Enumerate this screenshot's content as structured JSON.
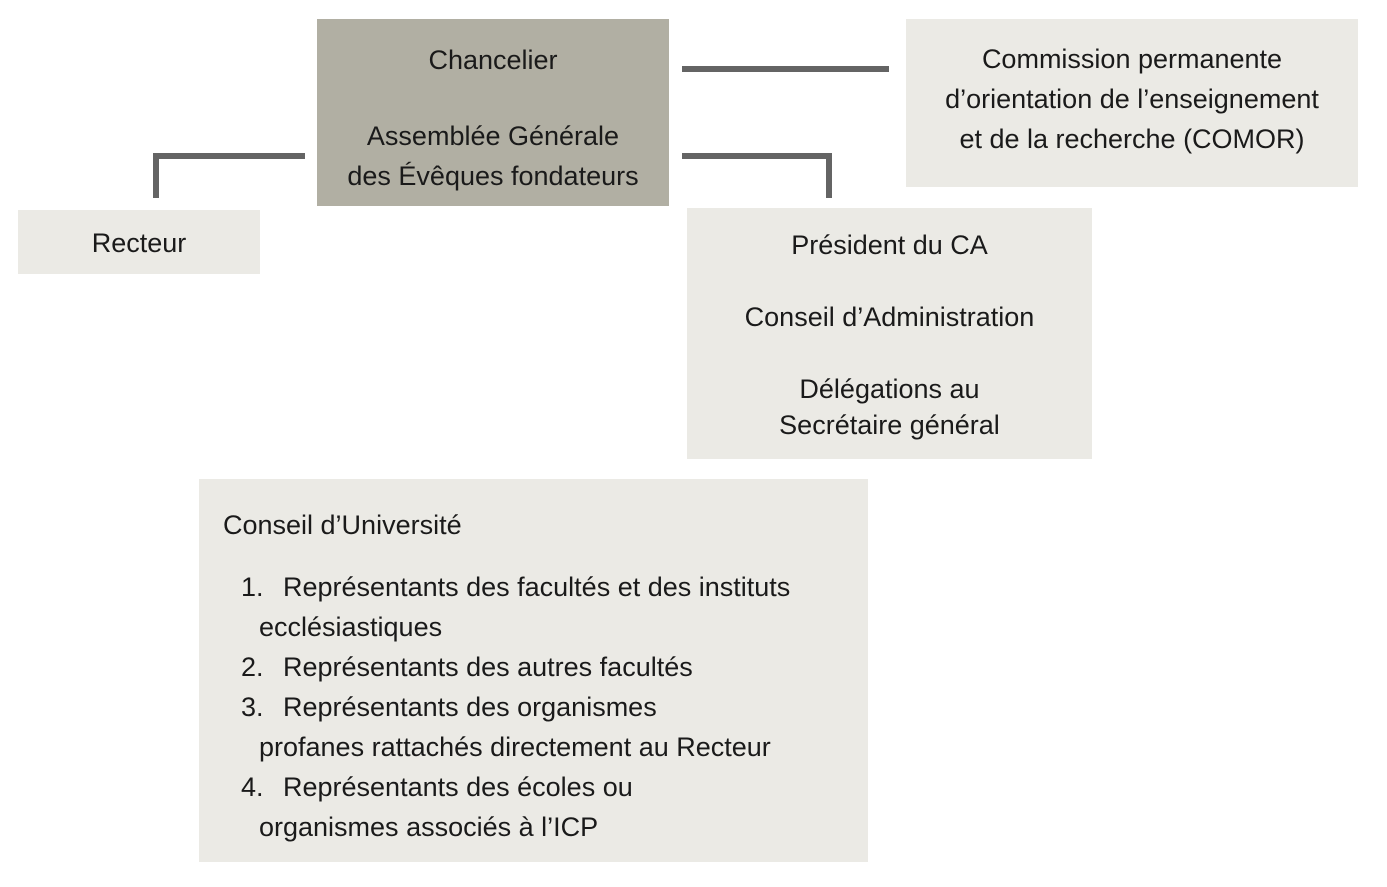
{
  "chancelier": {
    "title": "Chancelier",
    "assembly_line1": "Assemblée Générale",
    "assembly_line2": "des Évêques fondateurs"
  },
  "comor": {
    "line1": "Commission permanente",
    "line2": "d’orientation de l’enseignement",
    "line3": "et de la recherche (COMOR)"
  },
  "recteur": {
    "label": "Recteur"
  },
  "president": {
    "title": "Président du CA",
    "council": "Conseil d’Administration",
    "delegation_line1": "Délégations au",
    "delegation_line2": "Secrétaire général"
  },
  "conseil_universite": {
    "title": "Conseil d’Université",
    "items": [
      {
        "number": "1.",
        "line1": "Représentants des facultés et des instituts",
        "line2": "ecclésiastiques"
      },
      {
        "number": "2.",
        "line1": "Représentants des autres facultés",
        "line2": ""
      },
      {
        "number": "3.",
        "line1": "Représentants des organismes",
        "line2": "profanes rattachés directement au Recteur"
      },
      {
        "number": "4.",
        "line1": "Représentants des écoles ou",
        "line2": "organismes associés à l’ICP"
      }
    ]
  }
}
